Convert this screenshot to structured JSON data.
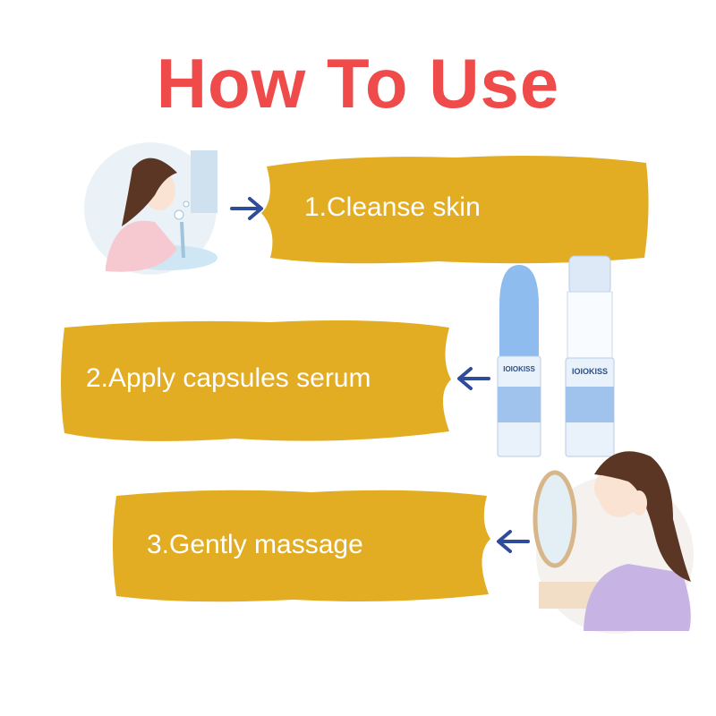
{
  "title": "How To Use",
  "colors": {
    "title": "#ef4b4b",
    "blob": "#e2ac23",
    "step_text": "#ffffff",
    "arrow": "#2f4c9a",
    "product_blue": "#8fbcee"
  },
  "steps": [
    {
      "label": "1.Cleanse skin",
      "icon": "face-washing-illustration"
    },
    {
      "label": "2.Apply capsules serum",
      "icon": "serum-stick-illustration"
    },
    {
      "label": "3.Gently massage",
      "icon": "face-massage-illustration"
    }
  ],
  "product": {
    "brand": "IOIOKISS"
  }
}
